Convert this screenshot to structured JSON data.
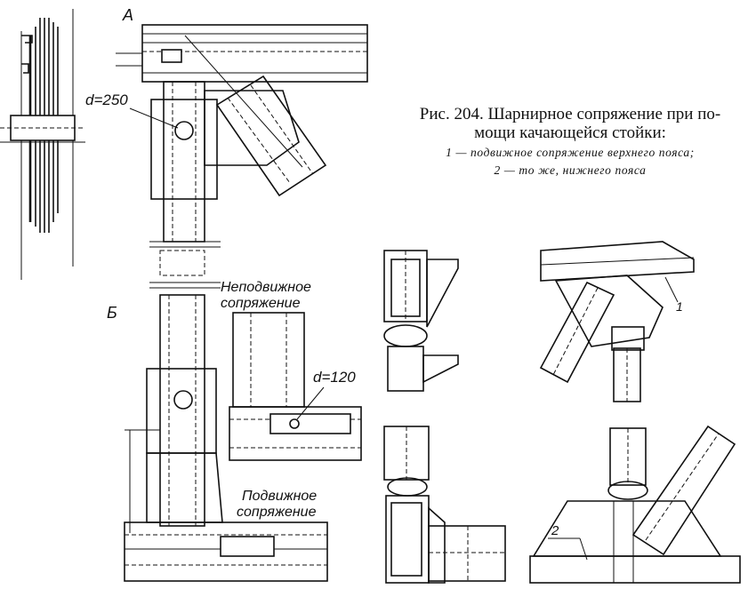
{
  "caption": {
    "title_line1": "Рис. 204. Шарнирное сопряжение при по-",
    "title_line2": "мощи качающейся стойки:",
    "legend_line1": "1 — подвижное сопряжение верхнего пояса;",
    "legend_line2": "2 — то же, нижнего пояса"
  },
  "labels": {
    "view_a": "А",
    "view_b": "Б",
    "dia_top": "d=250",
    "dia_mid": "d=120",
    "fixed_line1": "Неподвижное",
    "fixed_line2": "сопряжение",
    "movable_line1": "Подвижное",
    "movable_line2": "сопряжение",
    "callout_1": "1",
    "callout_2": "2"
  }
}
